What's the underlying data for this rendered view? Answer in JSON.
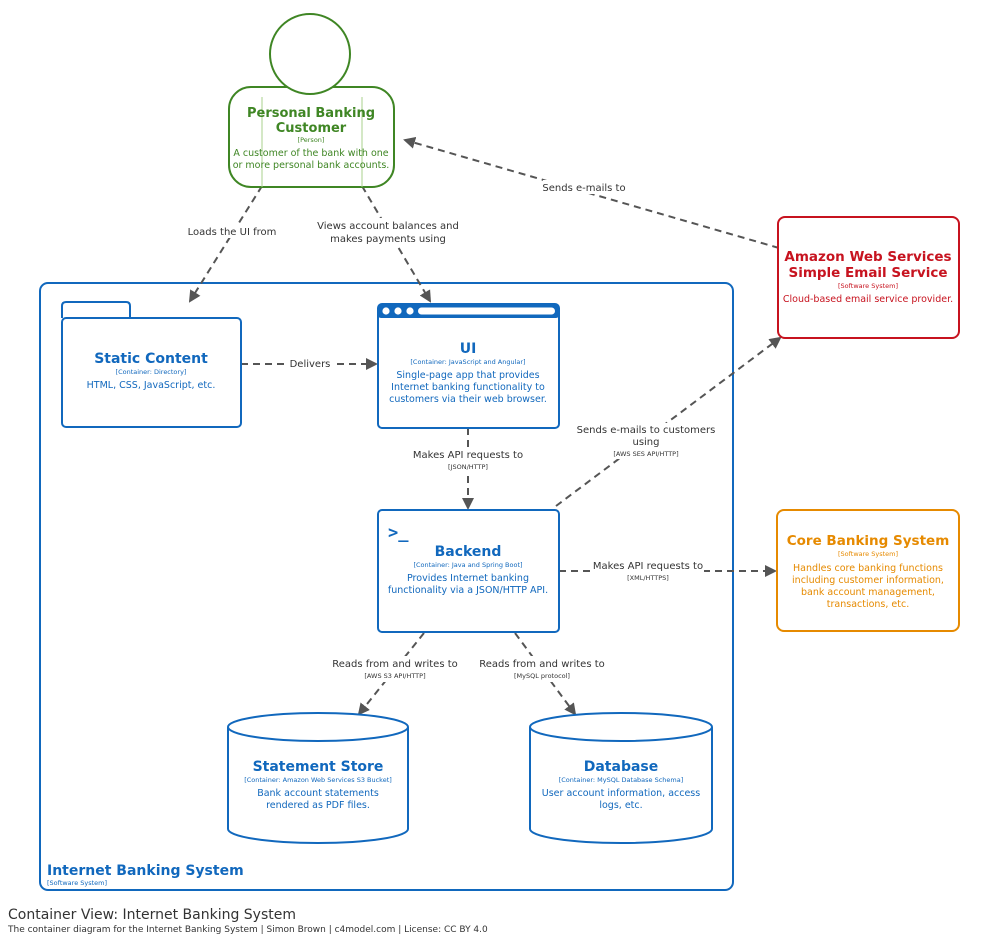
{
  "colors": {
    "container": "#1168bd",
    "person": "#3f8624",
    "external_email": "#c7131f",
    "external_core": "#e68a00",
    "edge": "#555555"
  },
  "person": {
    "title_line1": "Personal Banking",
    "title_line2": "Customer",
    "type": "[Person]",
    "desc_line1": "A customer of the bank with one",
    "desc_line2": "or more personal bank accounts."
  },
  "email_system": {
    "title_line1": "Amazon Web Services",
    "title_line2": "Simple Email Service",
    "type": "[Software System]",
    "desc": "Cloud-based email service provider."
  },
  "core_banking": {
    "title": "Core Banking System",
    "type": "[Software System]",
    "desc_line1": "Handles core banking functions",
    "desc_line2": "including customer information,",
    "desc_line3": "bank account management,",
    "desc_line4": "transactions, etc."
  },
  "boundary": {
    "title": "Internet Banking System",
    "type": "[Software System]"
  },
  "static_content": {
    "title": "Static Content",
    "type": "[Container: Directory]",
    "desc": "HTML, CSS, JavaScript, etc."
  },
  "ui": {
    "title": "UI",
    "type": "[Container: JavaScript and Angular]",
    "desc_line1": "Single-page app that provides",
    "desc_line2": "Internet banking functionality to",
    "desc_line3": "customers via their web browser."
  },
  "backend": {
    "prompt": ">_",
    "title": "Backend",
    "type": "[Container: Java and Spring Boot]",
    "desc_line1": "Provides Internet banking",
    "desc_line2": "functionality via a JSON/HTTP API."
  },
  "statement_store": {
    "title": "Statement Store",
    "type": "[Container: Amazon Web Services S3 Bucket]",
    "desc_line1": "Bank account statements",
    "desc_line2": "rendered as PDF files."
  },
  "database": {
    "title": "Database",
    "type": "[Container: MySQL Database Schema]",
    "desc_line1": "User account information, access",
    "desc_line2": "logs, etc."
  },
  "edges": {
    "loads_ui": "Loads the UI from",
    "views_line1": "Views account balances and",
    "views_line2": "makes payments using",
    "sends_emails": "Sends e-mails to",
    "delivers": "Delivers",
    "api_line": "Makes API requests to",
    "api_tech": "[JSON/HTTP]",
    "ses_line1": "Sends e-mails to customers",
    "ses_line2": "using",
    "ses_tech": "[AWS SES API/HTTP]",
    "core_line": "Makes API requests to",
    "core_tech": "[XML/HTTPS]",
    "s3_line": "Reads from and writes to",
    "s3_tech": "[AWS S3 API/HTTP]",
    "db_line": "Reads from and writes to",
    "db_tech": "[MySQL protocol]"
  },
  "footer": {
    "title": "Container View: Internet Banking System",
    "subtitle": "The container diagram for the Internet Banking System | Simon Brown | c4model.com | License: CC BY 4.0"
  }
}
